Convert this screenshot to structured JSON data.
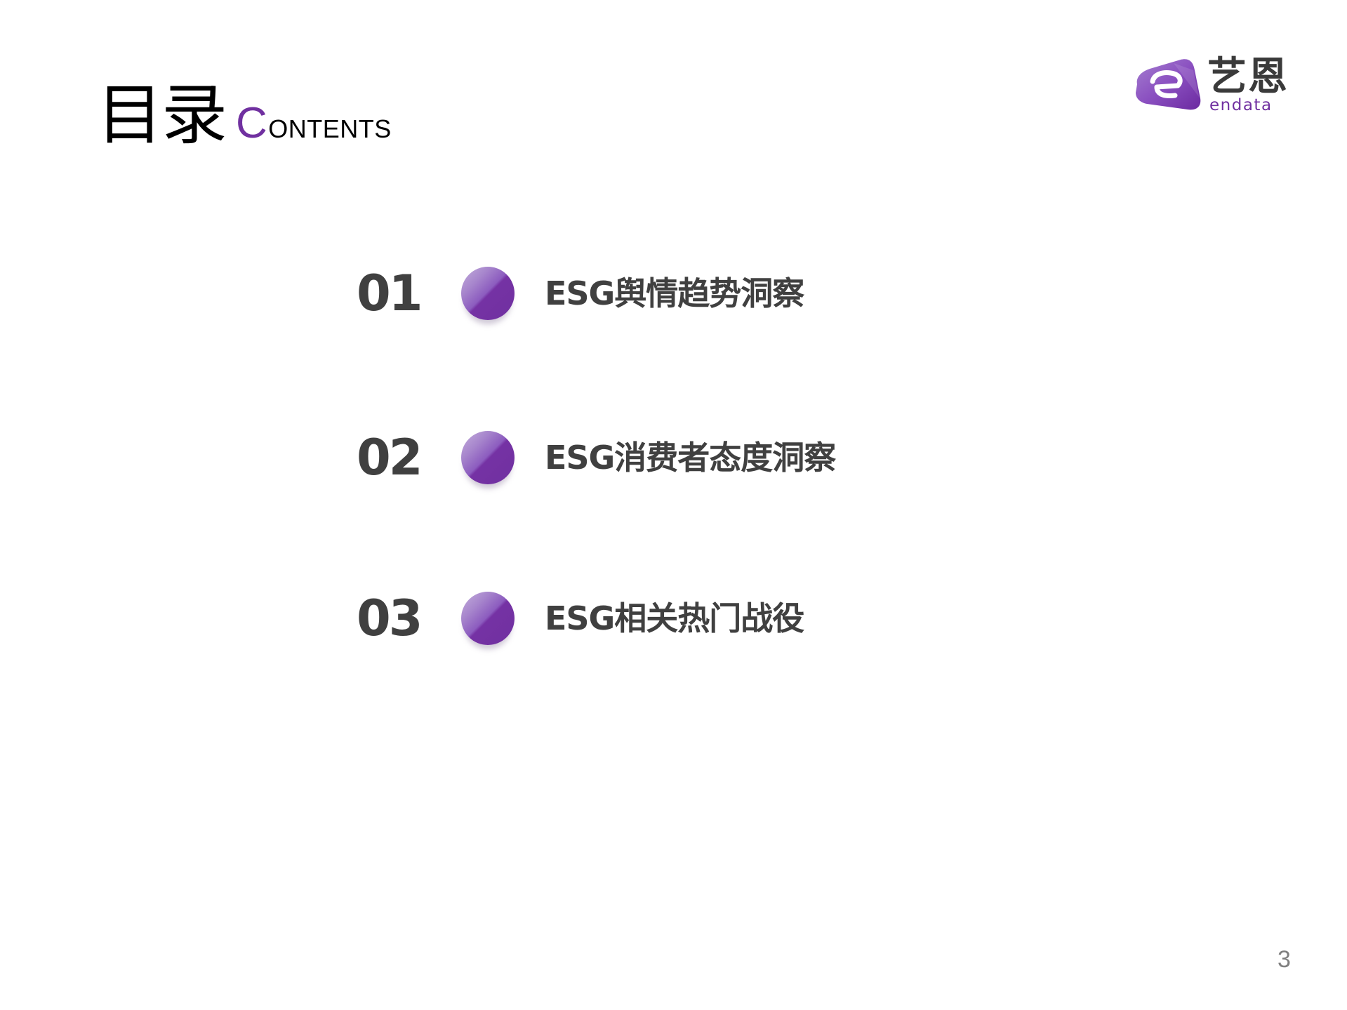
{
  "title": {
    "chinese": "目录",
    "english_initial": "C",
    "english_rest": "ONTENTS"
  },
  "logo": {
    "icon": "endata-e-logo-icon",
    "chinese": "艺恩",
    "english": "endata",
    "colors": {
      "brand_purple": "#7030a0",
      "text_dark": "#3a3a3a"
    }
  },
  "toc": {
    "items": [
      {
        "number": "01",
        "label": "ESG舆情趋势洞察",
        "icon": "purple-sphere-bullet-icon"
      },
      {
        "number": "02",
        "label": "ESG消费者态度洞察",
        "icon": "purple-sphere-bullet-icon"
      },
      {
        "number": "03",
        "label": "ESG相关热门战役",
        "icon": "purple-sphere-bullet-icon"
      }
    ]
  },
  "page_number": "3",
  "colors": {
    "accent_purple": "#7030a0",
    "accent_lavender": "#b49ad0",
    "text_dark": "#404040",
    "page_number_gray": "#808080",
    "background": "#ffffff"
  }
}
